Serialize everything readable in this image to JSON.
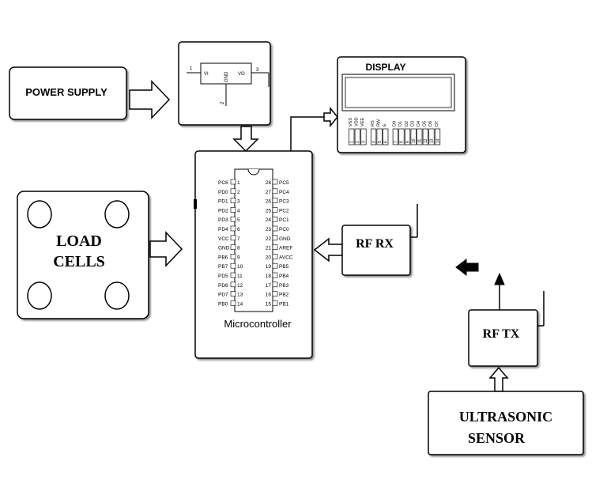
{
  "blocks": {
    "power_supply": "POWER SUPPLY",
    "display": "DISPLAY",
    "load_cells": [
      "LOAD",
      "CELLS"
    ],
    "microcontroller": "Microcontroller",
    "rf_rx": "RF RX",
    "rf_tx": "RF TX",
    "ultrasonic": [
      "ULTRASONIC",
      "SENSOR"
    ]
  },
  "regulator": {
    "pin1": "1",
    "pin2": "2",
    "pin3": "3",
    "vi": "VI",
    "vo": "VO",
    "gnd": "GND"
  },
  "lcd_pins": {
    "names": [
      "VSS",
      "VDD",
      "VEE",
      "RS",
      "RW",
      "E",
      "D0",
      "D1",
      "D2",
      "D3",
      "D4",
      "D5",
      "D6",
      "D7"
    ],
    "numbers": [
      "1",
      "2",
      "3",
      "4",
      "5",
      "6",
      "7",
      "8",
      "9",
      "10",
      "11",
      "12",
      "13",
      "14"
    ]
  },
  "mcu_pins": {
    "left_names": [
      "PC6",
      "PD0",
      "PD1",
      "PD2",
      "PD3",
      "PD4",
      "VCC",
      "GND",
      "PB6",
      "PB7",
      "PD5",
      "PD6",
      "PD7",
      "PB0"
    ],
    "left_numbers": [
      "1",
      "2",
      "3",
      "4",
      "5",
      "6",
      "7",
      "8",
      "9",
      "10",
      "11",
      "12",
      "13",
      "14"
    ],
    "right_numbers": [
      "28",
      "27",
      "26",
      "25",
      "24",
      "23",
      "22",
      "21",
      "20",
      "19",
      "18",
      "17",
      "16",
      "15"
    ],
    "right_names": [
      "PC5",
      "PC4",
      "PC3",
      "PC2",
      "PC1",
      "PC0",
      "GND",
      "AREF",
      "AVCC",
      "PB5",
      "PB4",
      "PB3",
      "PB2",
      "PB1"
    ]
  }
}
